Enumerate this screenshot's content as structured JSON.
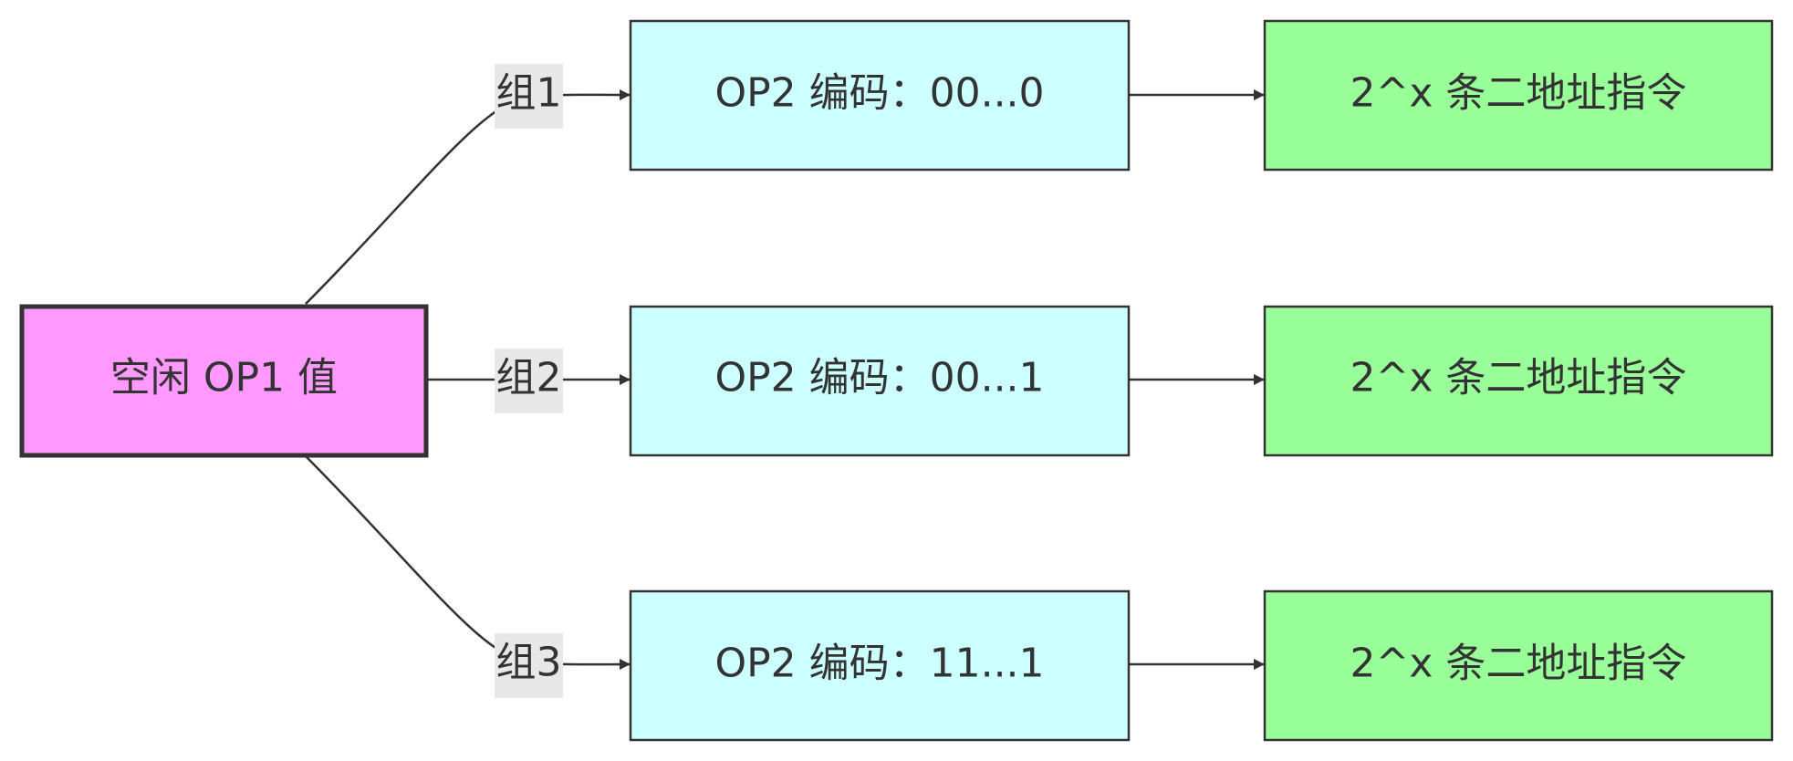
{
  "colors": {
    "root_fill": "#ff99ff",
    "op2_fill": "#ccffff",
    "result_fill": "#99ff99",
    "stroke": "#333333",
    "label_bg": "#e8e8e8"
  },
  "nodes": {
    "root": {
      "label": "空闲 OP1 值"
    },
    "op2_1": {
      "label": "OP2 编码：00...0"
    },
    "op2_2": {
      "label": "OP2 编码：00...1"
    },
    "op2_3": {
      "label": "OP2 编码：11...1"
    },
    "result_1": {
      "label": "2^x 条二地址指令"
    },
    "result_2": {
      "label": "2^x 条二地址指令"
    },
    "result_3": {
      "label": "2^x 条二地址指令"
    }
  },
  "edges": {
    "group_1": {
      "label": "组1"
    },
    "group_2": {
      "label": "组2"
    },
    "group_3": {
      "label": "组3"
    }
  }
}
